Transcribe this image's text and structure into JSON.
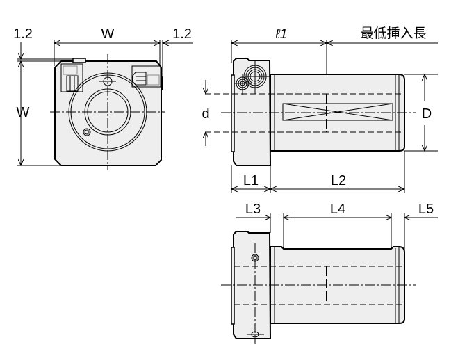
{
  "drawing": {
    "front_view": {
      "labels": {
        "width_top": "W",
        "width_side": "W",
        "offset_left": "1.2",
        "offset_right": "1.2"
      }
    },
    "side_view": {
      "labels": {
        "l1": "ℓ1",
        "min_insert": "最低挿入長",
        "d": "d",
        "D": "D",
        "L1": "L1",
        "L2": "L2"
      }
    },
    "bottom_view": {
      "labels": {
        "L3": "L3",
        "L4": "L4",
        "L5": "L5"
      }
    }
  },
  "colors": {
    "part_fill": "#eeeeee",
    "line": "#000000"
  }
}
